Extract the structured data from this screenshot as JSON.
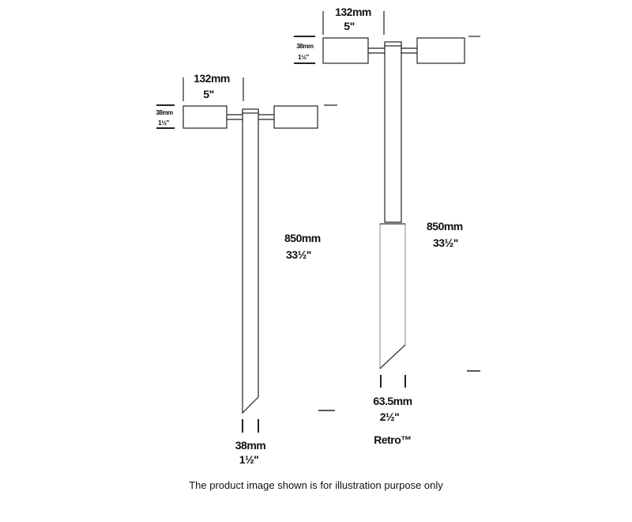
{
  "left_fixture": {
    "width_mm": "132mm",
    "width_in": "5\"",
    "head_height_mm": "38mm",
    "head_height_in": "1½\"",
    "length_mm": "850mm",
    "length_in": "33½\"",
    "stem_width_mm": "38mm",
    "stem_width_in": "1½\""
  },
  "right_fixture": {
    "width_mm": "132mm",
    "width_in": "5\"",
    "head_height_mm": "38mm",
    "head_height_in": "1½\"",
    "length_mm": "850mm",
    "length_in": "33½\"",
    "stem_width_mm": "63.5mm",
    "stem_width_in": "2½\"",
    "model_name": "Retro™"
  },
  "caption": "The product image shown is for illustration purpose only"
}
